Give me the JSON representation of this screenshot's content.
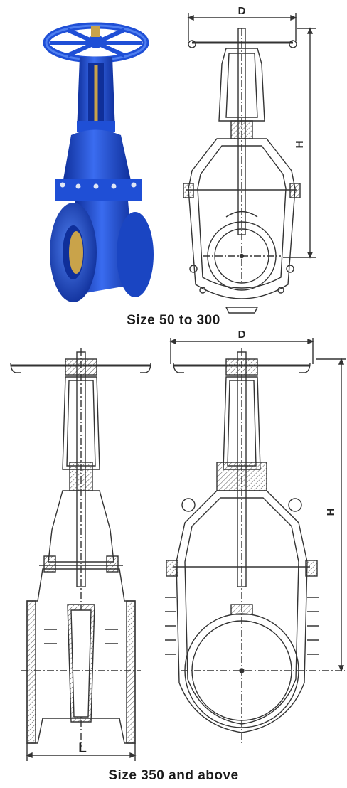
{
  "top": {
    "caption": "Size 50 to 300",
    "dim_d": "D",
    "dim_h": "H"
  },
  "bottom": {
    "caption": "Size 350 and above",
    "dim_d": "D",
    "dim_h": "H",
    "dim_l": "L"
  },
  "colors": {
    "valve_body": "#1f4fd6",
    "valve_shadow": "#0f2f9a",
    "valve_highlight": "#4f7ff0",
    "brass": "#c9a34a",
    "line": "#333333"
  }
}
